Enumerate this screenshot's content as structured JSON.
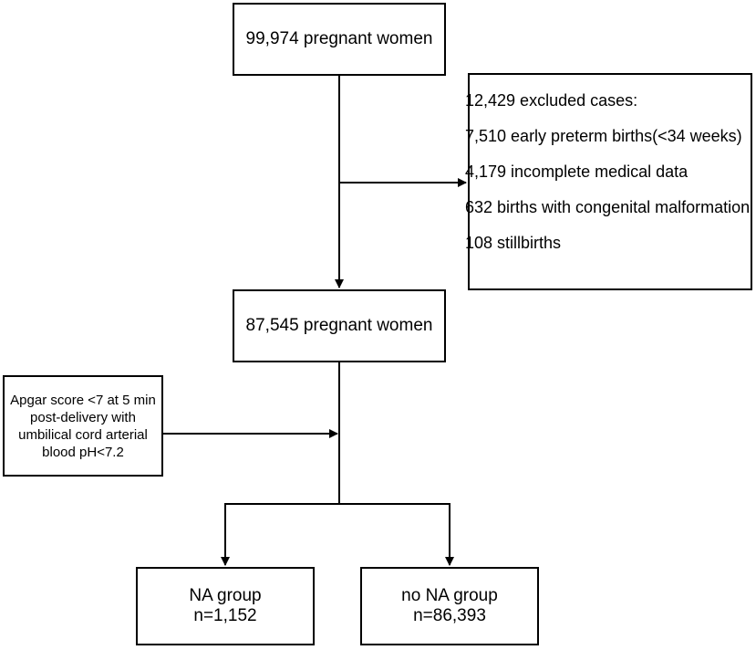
{
  "boxes": {
    "total": "99,974 pregnant women",
    "after_exclusion": "87,545 pregnant women",
    "excluded": [
      "12,429 excluded cases:",
      "7,510 early preterm births(<34 weeks)",
      "4,179 incomplete medical data",
      "632 births with congenital malformation",
      "108 stillbirths"
    ],
    "criteria": [
      "Apgar score <7 at 5 min",
      "post-delivery with",
      "umbilical cord arterial",
      "blood pH<7.2"
    ],
    "na_group": {
      "label": "NA group",
      "count": "n=1,152"
    },
    "no_na_group": {
      "label": "no NA group",
      "count": "n=86,393"
    }
  }
}
